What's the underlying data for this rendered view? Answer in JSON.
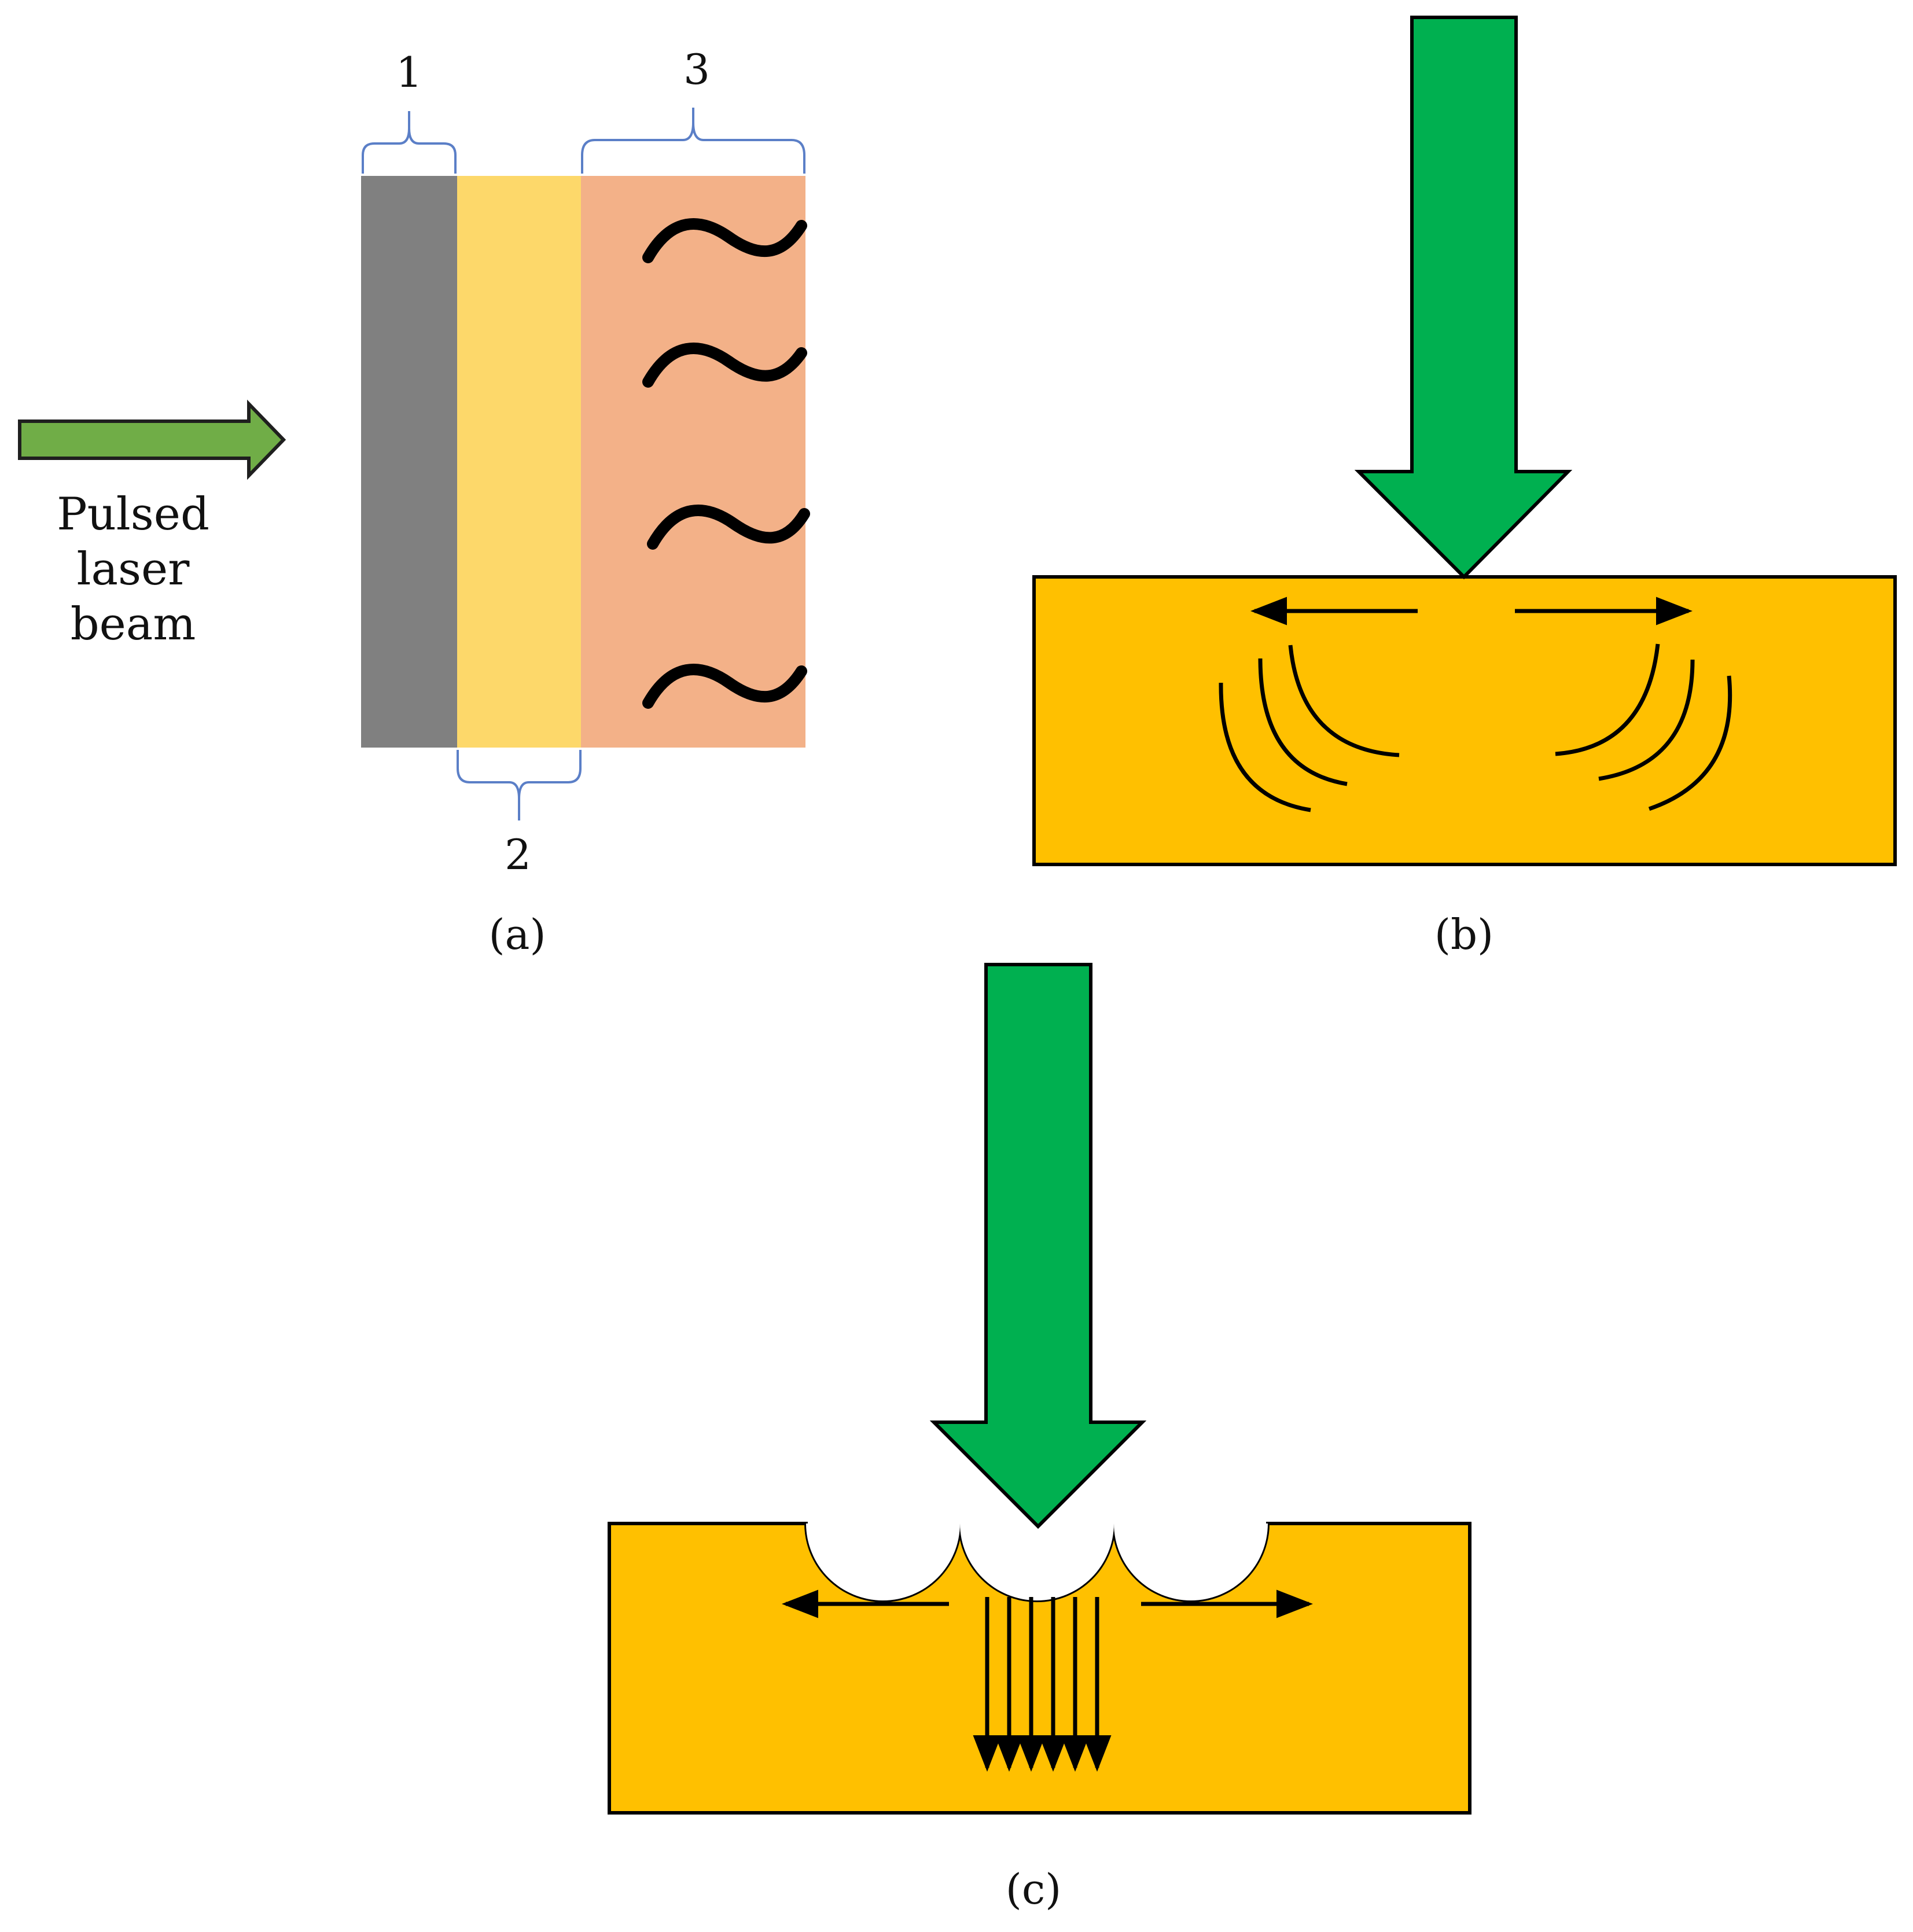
{
  "panel_a": {
    "beam_label_lines": [
      "Pulsed",
      "laser",
      "beam"
    ],
    "layer_labels": [
      "1",
      "2",
      "3"
    ],
    "caption": "(a)"
  },
  "panel_b": {
    "caption": "(b)"
  },
  "panel_c": {
    "caption": "(c)"
  },
  "colors": {
    "beam_arrow_side": "#70ad47",
    "beam_arrow_down": "#00b050",
    "layer_1": "#808080",
    "layer_2": "#fdd86a",
    "layer_3": "#f3b188",
    "substrate": "#ffc000",
    "bracket": "#5b7fc7",
    "ink": "#000000"
  },
  "icons": {
    "waves": "tilde-wave-icon",
    "surface_arrows": "arrow-icon",
    "shock_waves": "arc-wave-icon"
  }
}
